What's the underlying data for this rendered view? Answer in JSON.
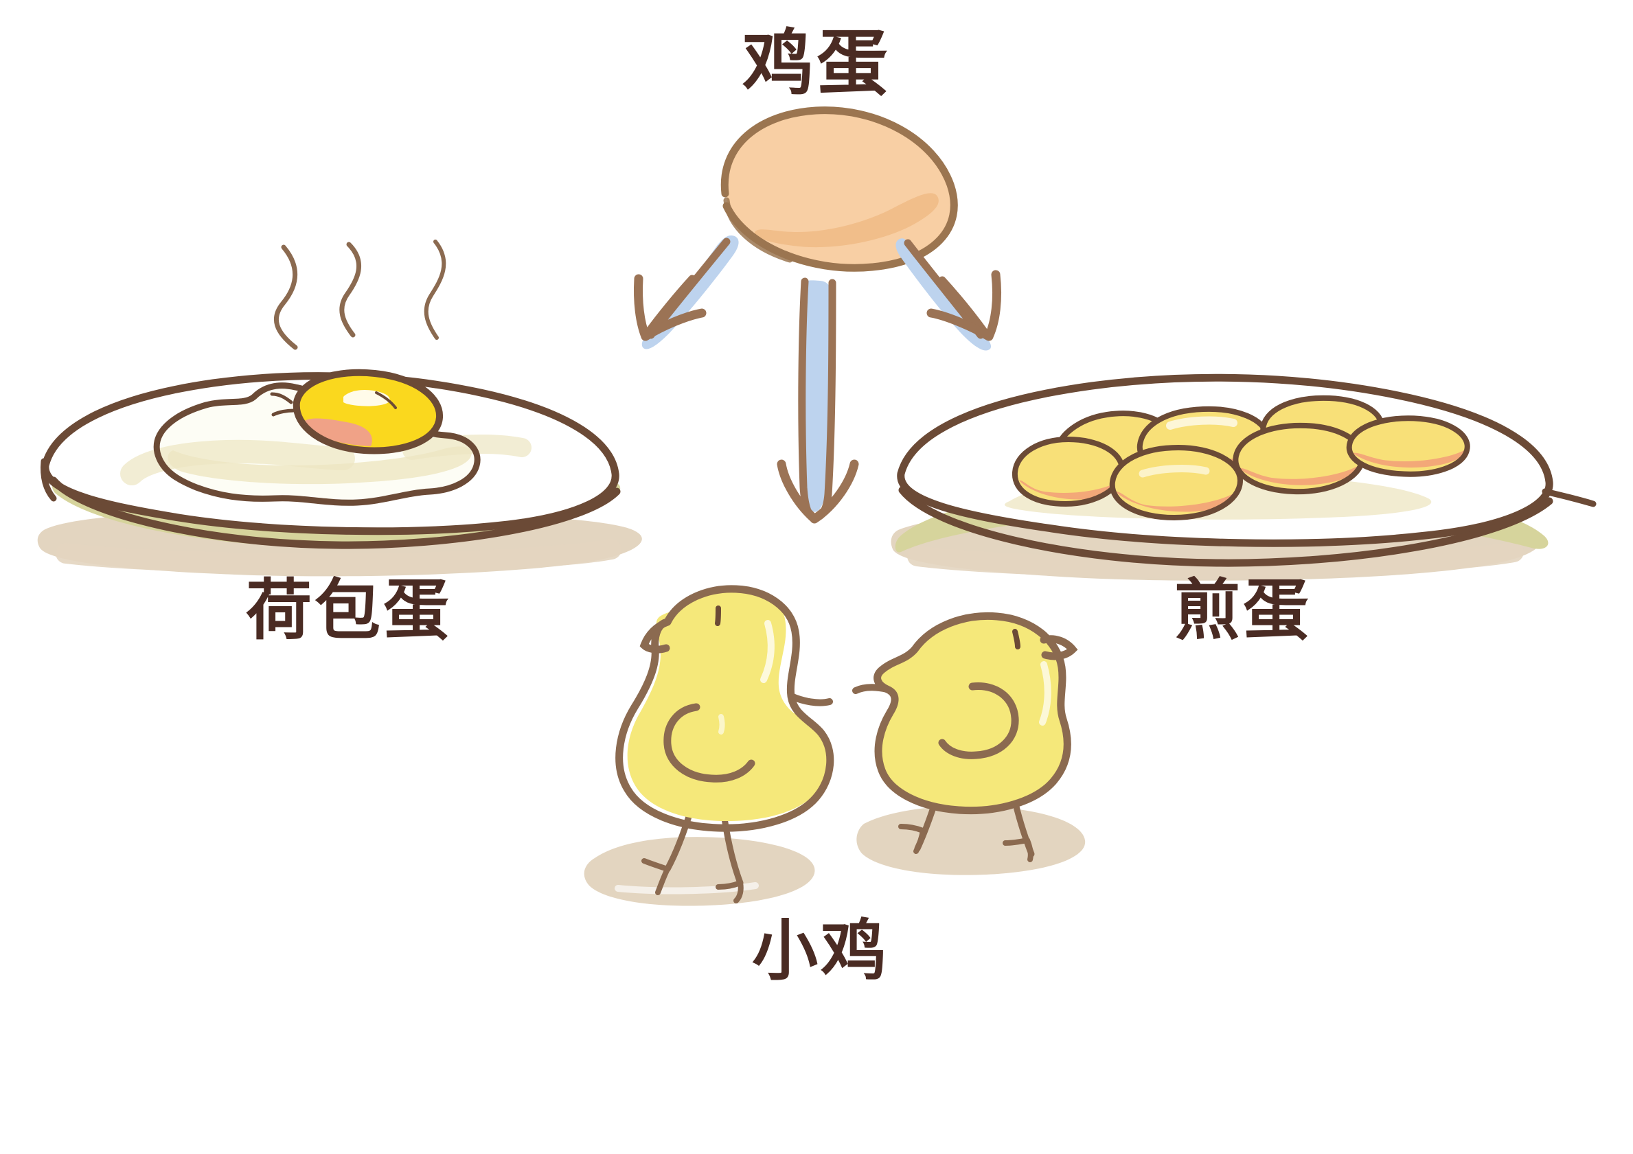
{
  "diagram": {
    "title_node": "egg-transformation-diagram",
    "background_color": "#FFFFFF",
    "nodes": [
      {
        "id": "egg",
        "label": "鸡蛋",
        "label_position": "top",
        "icon": "raw-egg-icon",
        "colors": {
          "fill": "#F8CFA4",
          "shade": "#EFB881",
          "outline": "#9B7550"
        }
      },
      {
        "id": "poached-egg",
        "label": "荷包蛋",
        "label_position": "bottom-left",
        "icon": "fried-egg-on-plate-icon",
        "colors": {
          "plate": "#FFFFFF",
          "plate_rim": "#D6D49C",
          "yolk": "#FAD81E",
          "yolk_shade": "#F0A287",
          "white": "#FDFDF5",
          "white_shade": "#EDE6C2",
          "outline": "#6B4A36",
          "shadow": "#E3D5C0",
          "steam": "#8B6A50"
        }
      },
      {
        "id": "scrambled-egg",
        "label": "煎蛋",
        "label_position": "bottom-right",
        "icon": "scrambled-egg-on-plate-icon",
        "colors": {
          "plate": "#FFFFFF",
          "plate_rim": "#D6D49C",
          "egg_piece": "#F8E078",
          "egg_browned": "#F3A878",
          "outline": "#6B4A36",
          "shadow": "#E3D5C0"
        }
      },
      {
        "id": "chick",
        "label": "小鸡",
        "label_position": "bottom-center",
        "icon": "baby-chick-icon",
        "count": 2,
        "colors": {
          "body": "#F5E87A",
          "outline": "#8B6A50",
          "shadow": "#E3D5C0",
          "eye": "#6B4A36"
        }
      }
    ],
    "arrows": [
      {
        "id": "arrow-to-poached-egg",
        "direction": "down-left",
        "from": "egg",
        "to": "poached-egg",
        "shaft_color": "#BDD3EE",
        "outline_color": "#9B7355"
      },
      {
        "id": "arrow-to-chick",
        "direction": "down",
        "from": "egg",
        "to": "chick",
        "shaft_color": "#BDD3EE",
        "outline_color": "#9B7355"
      },
      {
        "id": "arrow-to-scrambled-egg",
        "direction": "down-right",
        "from": "egg",
        "to": "scrambled-egg",
        "shaft_color": "#BDD3EE",
        "outline_color": "#9B7355"
      }
    ],
    "labels": {
      "egg": "鸡蛋",
      "poached_egg": "荷包蛋",
      "scrambled_egg": "煎蛋",
      "chick": "小鸡"
    },
    "label_color": "#4A2B23",
    "steam_lines": 3
  }
}
